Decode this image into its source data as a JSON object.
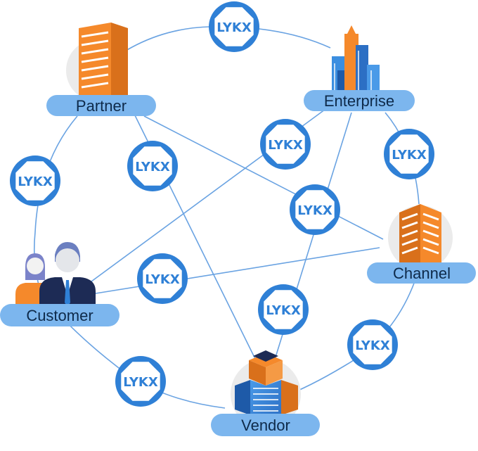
{
  "colors": {
    "line": "#6aa3e2",
    "token_ring": "#2f80d6",
    "token_text": "#2f80d6",
    "label_bg": "#7cb6ee",
    "label_text": "#0e2a4a",
    "orange": "#f5892b",
    "blue": "#3b8ee0",
    "shadow": "#ebebeb"
  },
  "nodes": {
    "partner": {
      "label": "Partner",
      "icon": "office-tower-icon"
    },
    "enterprise": {
      "label": "Enterprise",
      "icon": "city-skyline-icon"
    },
    "channel": {
      "label": "Channel",
      "icon": "office-building-icon"
    },
    "customer": {
      "label": "Customer",
      "icon": "people-icon"
    },
    "vendor": {
      "label": "Vendor",
      "icon": "warehouse-icon"
    }
  },
  "tokens": [
    {
      "text": "LYKX"
    },
    {
      "text": "LYKX"
    },
    {
      "text": "LYKX"
    },
    {
      "text": "LYKX"
    },
    {
      "text": "LYKX"
    },
    {
      "text": "LYKX"
    },
    {
      "text": "LYKX"
    },
    {
      "text": "LYKX"
    },
    {
      "text": "LYKX"
    },
    {
      "text": "LYKX"
    }
  ]
}
